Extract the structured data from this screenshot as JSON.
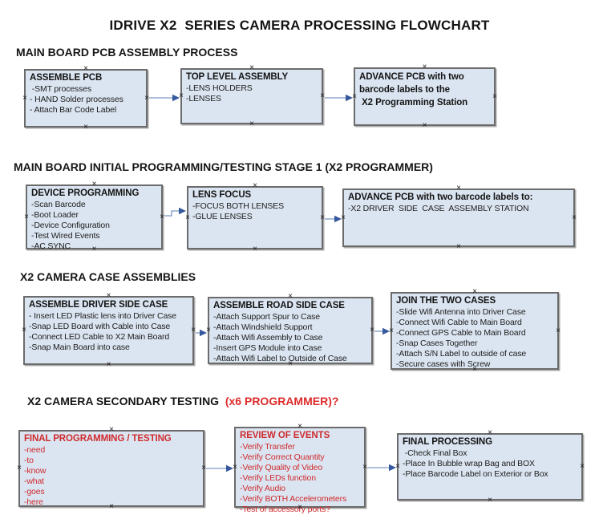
{
  "title": "IDRIVE X2  SERIES CAMERA PROCESSING FLOWCHART",
  "colors": {
    "box_fill": "#dbe5f1",
    "box_border": "#6b6b6b",
    "red_text": "#cf2a2d",
    "header_red": "#dd2c2c",
    "arrow_line": "#92aacd",
    "arrow_head": "#35589e",
    "background": "#ffffff"
  },
  "icons": {
    "connection_handle": "×"
  },
  "sections": [
    {
      "header": "MAIN BOARD PCB ASSEMBLY PROCESS",
      "boxes": [
        {
          "title": "ASSEMBLE PCB",
          "items": [
            " -SMT processes",
            "- HAND Solder processes",
            "- Attach Bar Code Label"
          ]
        },
        {
          "title": "TOP LEVEL ASSEMBLY",
          "items": [
            "-LENS HOLDERS",
            "-LENSES"
          ]
        },
        {
          "title": "ADVANCE PCB with two\nbarcode labels to the\n X2 Programming Station",
          "items": []
        }
      ]
    },
    {
      "header": "MAIN BOARD INITIAL PROGRAMMING/TESTING STAGE 1 (X2 PROGRAMMER)",
      "boxes": [
        {
          "title": "DEVICE PROGRAMMING",
          "items": [
            "-Scan Barcode",
            "-Boot Loader",
            "-Device Configuration",
            "-Test Wired Events",
            "-AC SYNC"
          ]
        },
        {
          "title": "LENS FOCUS",
          "items": [
            "-FOCUS BOTH LENSES",
            "-GLUE LENSES"
          ]
        },
        {
          "title": "ADVANCE PCB with two barcode labels to:",
          "items": [
            "-X2 DRIVER  SIDE  CASE  ASSEMBLY STATION"
          ]
        }
      ]
    },
    {
      "header": "X2 CAMERA CASE ASSEMBLIES",
      "boxes": [
        {
          "title": "ASSEMBLE DRIVER SIDE CASE",
          "items": [
            "- Insert LED Plastic lens into Driver Case",
            "-Snap LED Board with Cable into Case",
            "-Connect LED Cable to X2 Main Board",
            "-Snap Main Board into case"
          ]
        },
        {
          "title": "ASSEMBLE ROAD SIDE CASE",
          "items": [
            "-Attach Support Spur to Case",
            "-Attach Windshield Support",
            "-Attach Wifi Assembly to Case",
            "-Insert GPS Module into Case",
            "-Attach Wifi Label to Outside of Case"
          ]
        },
        {
          "title": "JOIN THE TWO CASES",
          "items": [
            "-Slide Wifi Antenna into Driver Case",
            "-Connect Wifi Cable to Main Board",
            "-Connect GPS Cable to Main Board",
            "-Snap Cases Together",
            "-Attach S/N Label to outside of case",
            "-Secure cases with Screw"
          ]
        }
      ]
    },
    {
      "header": "X2 CAMERA SECONDARY TESTING  ",
      "header_red": "(x6 PROGRAMMER)?",
      "boxes": [
        {
          "title": "FINAL PROGRAMMING / TESTING",
          "items": [
            "-need",
            "-to",
            "-know",
            "-what",
            "-goes",
            "-here"
          ]
        },
        {
          "title": "REVIEW OF EVENTS",
          "items": [
            "-Verify Transfer",
            "-Verify Correct Quantity",
            "-Verify Quality of Video",
            "-Verify LEDs function",
            "-Verify Audio",
            "-Verify BOTH Accelerometers",
            "-Test of accessory ports?"
          ]
        },
        {
          "title": "FINAL PROCESSING",
          "items": [
            " -Check Final Box",
            "-Place In Bubble wrap Bag and BOX",
            "-Place Barcode Label on Exterior or Box"
          ]
        }
      ]
    }
  ]
}
